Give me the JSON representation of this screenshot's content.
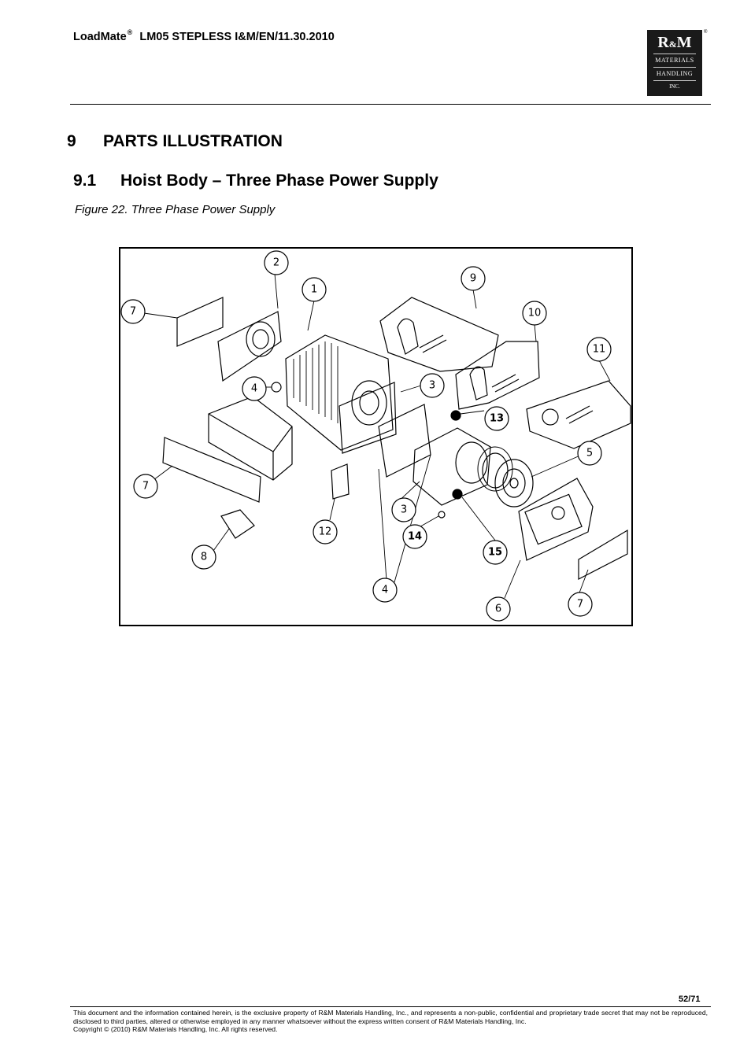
{
  "header": {
    "product": "LoadMate",
    "reg_mark": "®",
    "doc_ref": "LM05 STEPLESS I&M/EN/11.30.2010"
  },
  "logo": {
    "brand_r": "R",
    "brand_amp": "&",
    "brand_m": "M",
    "line1": "MATERIALS",
    "line2": "HANDLING",
    "line3": "INC.",
    "reg_mark": "®"
  },
  "section": {
    "number": "9",
    "title": "PARTS ILLUSTRATION"
  },
  "subsection": {
    "number": "9.1",
    "title": "Hoist Body – Three Phase Power Supply"
  },
  "figure": {
    "caption": "Figure 22. Three Phase Power Supply",
    "callouts": {
      "c1": "1",
      "c2": "2",
      "c3a": "3",
      "c3b": "3",
      "c4a": "4",
      "c4b": "4",
      "c5": "5",
      "c6": "6",
      "c7a": "7",
      "c7b": "7",
      "c7c": "7",
      "c8": "8",
      "c9": "9",
      "c10": "10",
      "c11": "11",
      "c12": "12",
      "c13": "13",
      "c14": "14",
      "c15": "15"
    }
  },
  "footer": {
    "page": "52/71",
    "notice": "This document and the information contained herein, is the exclusive property of R&M Materials Handling, Inc., and represents a non-public, confidential and proprietary trade secret that may not be reproduced, disclosed to third parties, altered or otherwise employed in any manner whatsoever without the express written consent of R&M Materials Handling, Inc.",
    "copyright": "Copyright © (2010) R&M Materials Handling, Inc.  All rights reserved."
  }
}
